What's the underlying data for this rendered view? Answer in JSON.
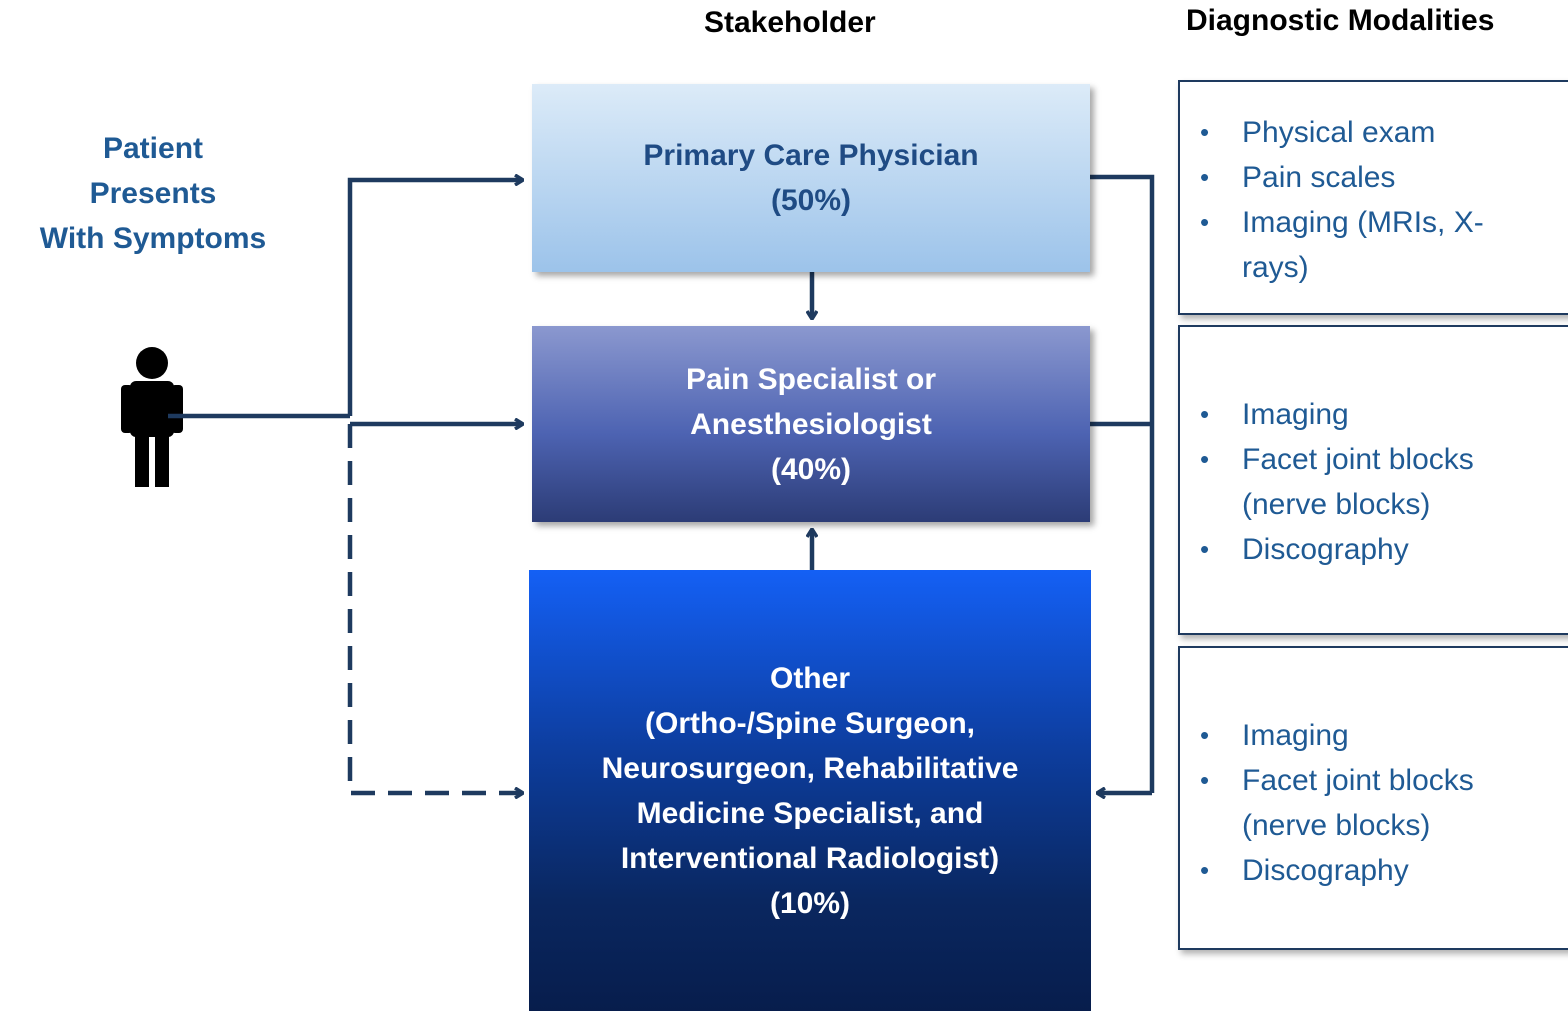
{
  "headers": {
    "stakeholder": "Stakeholder",
    "modalities": "Diagnostic Modalities"
  },
  "patient": {
    "line1": "Patient",
    "line2": "Presents",
    "line3": "With Symptoms"
  },
  "stakeholders": {
    "pcp": {
      "name": "Primary Care Physician",
      "share": "(50%)"
    },
    "pain": {
      "name_line1": "Pain Specialist or",
      "name_line2": "Anesthesiologist",
      "share": "(40%)"
    },
    "other": {
      "line1": "Other",
      "line2": "(Ortho-/Spine Surgeon,",
      "line3": "Neurosurgeon, Rehabilitative",
      "line4": "Medicine Specialist, and",
      "line5": "Interventional Radiologist)",
      "share": "(10%)"
    }
  },
  "modalities": {
    "pcp": [
      "Physical exam",
      "Pain scales",
      "Imaging (MRIs, X-rays)"
    ],
    "pain": [
      "Imaging",
      "Facet joint blocks (nerve blocks)",
      "Discography"
    ],
    "other": [
      "Imaging",
      "Facet joint blocks (nerve blocks)",
      "Discography"
    ]
  },
  "colors": {
    "connector": "#1e3a5f",
    "text_blue": "#1f5a94"
  }
}
